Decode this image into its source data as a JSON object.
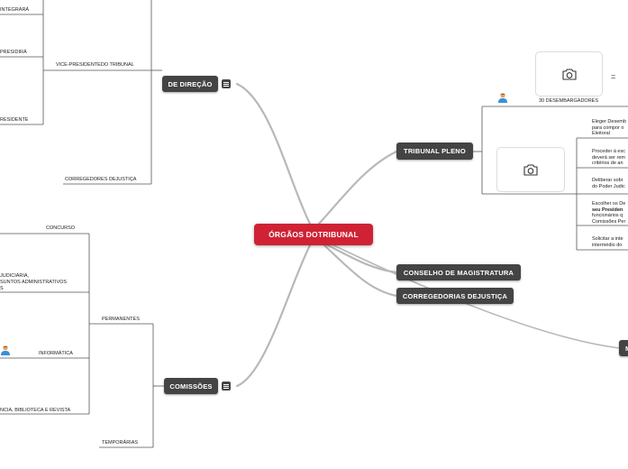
{
  "central": {
    "label": "ÓRGÃOS DOTRIBUNAL"
  },
  "branches": {
    "direcao": "DE DIREÇÃO",
    "comissoes": "COMISSÕES",
    "pleno": "TRIBUNAL PLENO",
    "magistratura": "CONSELHO DE MAGISTRATURA",
    "corregedorias": "CORREGEDORIAS DEJUSTIÇA",
    "partial": "M"
  },
  "direcao_items": {
    "integrara": "INTEGRARÁ",
    "presidira": "PRESIDIRÁ",
    "vice": "VICE-PRESIDENTEDO TRIBUNAL",
    "presidente": "RESIDENTE",
    "corregedores": "CORREGEDORES DEJUSTIÇA"
  },
  "comissoes_items": {
    "concurso": "CONCURSO",
    "judiciaria_1": "JUDICIÁRIA,",
    "judiciaria_2": "SUNTOS ADMINISTRATIVOS",
    "judiciaria_3": "S",
    "informatica": "INFORMÁTICA",
    "biblioteca": "NCIA, BIBLIOTECA E REVISTA",
    "permanentes": "PERMANENTES",
    "temporarias": "TEMPORÁRIAS"
  },
  "pleno_items": {
    "desembargadores": "30 DESEMBARGADORES",
    "eq": "=",
    "eleger": [
      "Eleger Desemb",
      "para compor o",
      "Eleitoral"
    ],
    "proceder": [
      "Proceder à esc",
      "deverá ser rem",
      "critérios de an"
    ],
    "deliberar": [
      "Deliberar sobr",
      "do Poder Judic"
    ],
    "escolher": [
      "Escolher os De",
      "seu Presiden",
      "funcionários q",
      "Comissões Per"
    ],
    "solicitar": [
      "Solicitar a inte",
      "intermédio do"
    ]
  },
  "icons": {
    "menu": "menu-icon",
    "camera": "camera-icon",
    "avatar": "user-avatar-icon"
  },
  "colors": {
    "central": "#cf2234",
    "node": "#444444",
    "link": "#b5b5b5",
    "line": "#555555"
  }
}
